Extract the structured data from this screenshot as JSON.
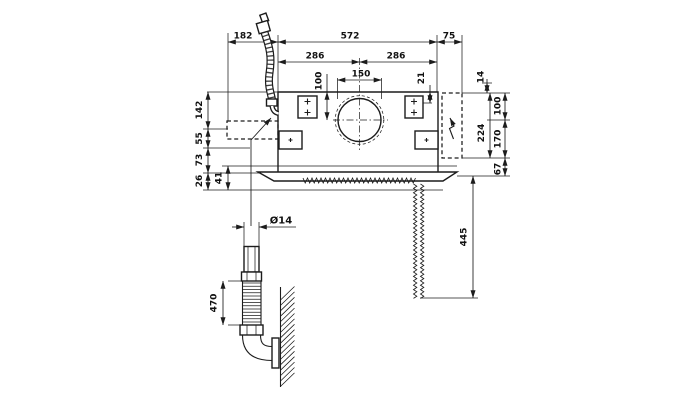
{
  "drawing": {
    "background": "#ffffff",
    "line_color": "#1c1c1c",
    "dims": {
      "top": {
        "gas_offset": "182",
        "width": "572",
        "right_clearance": "75",
        "half_left": "286",
        "half_right": "286",
        "flue_opening": "150",
        "flue_drop": "100",
        "screw_offset": "21"
      },
      "left": {
        "top_section": "142",
        "gas_section": "55",
        "mid_section": "73",
        "bottom_section": "26",
        "visor": "41"
      },
      "right": {
        "gap": "14",
        "upper": "100",
        "lower": "170",
        "visor": "67",
        "connection_zone": "224",
        "drain": "445"
      },
      "detail": {
        "pipe_diameter": "Ø14",
        "hose_length": "470"
      }
    }
  }
}
